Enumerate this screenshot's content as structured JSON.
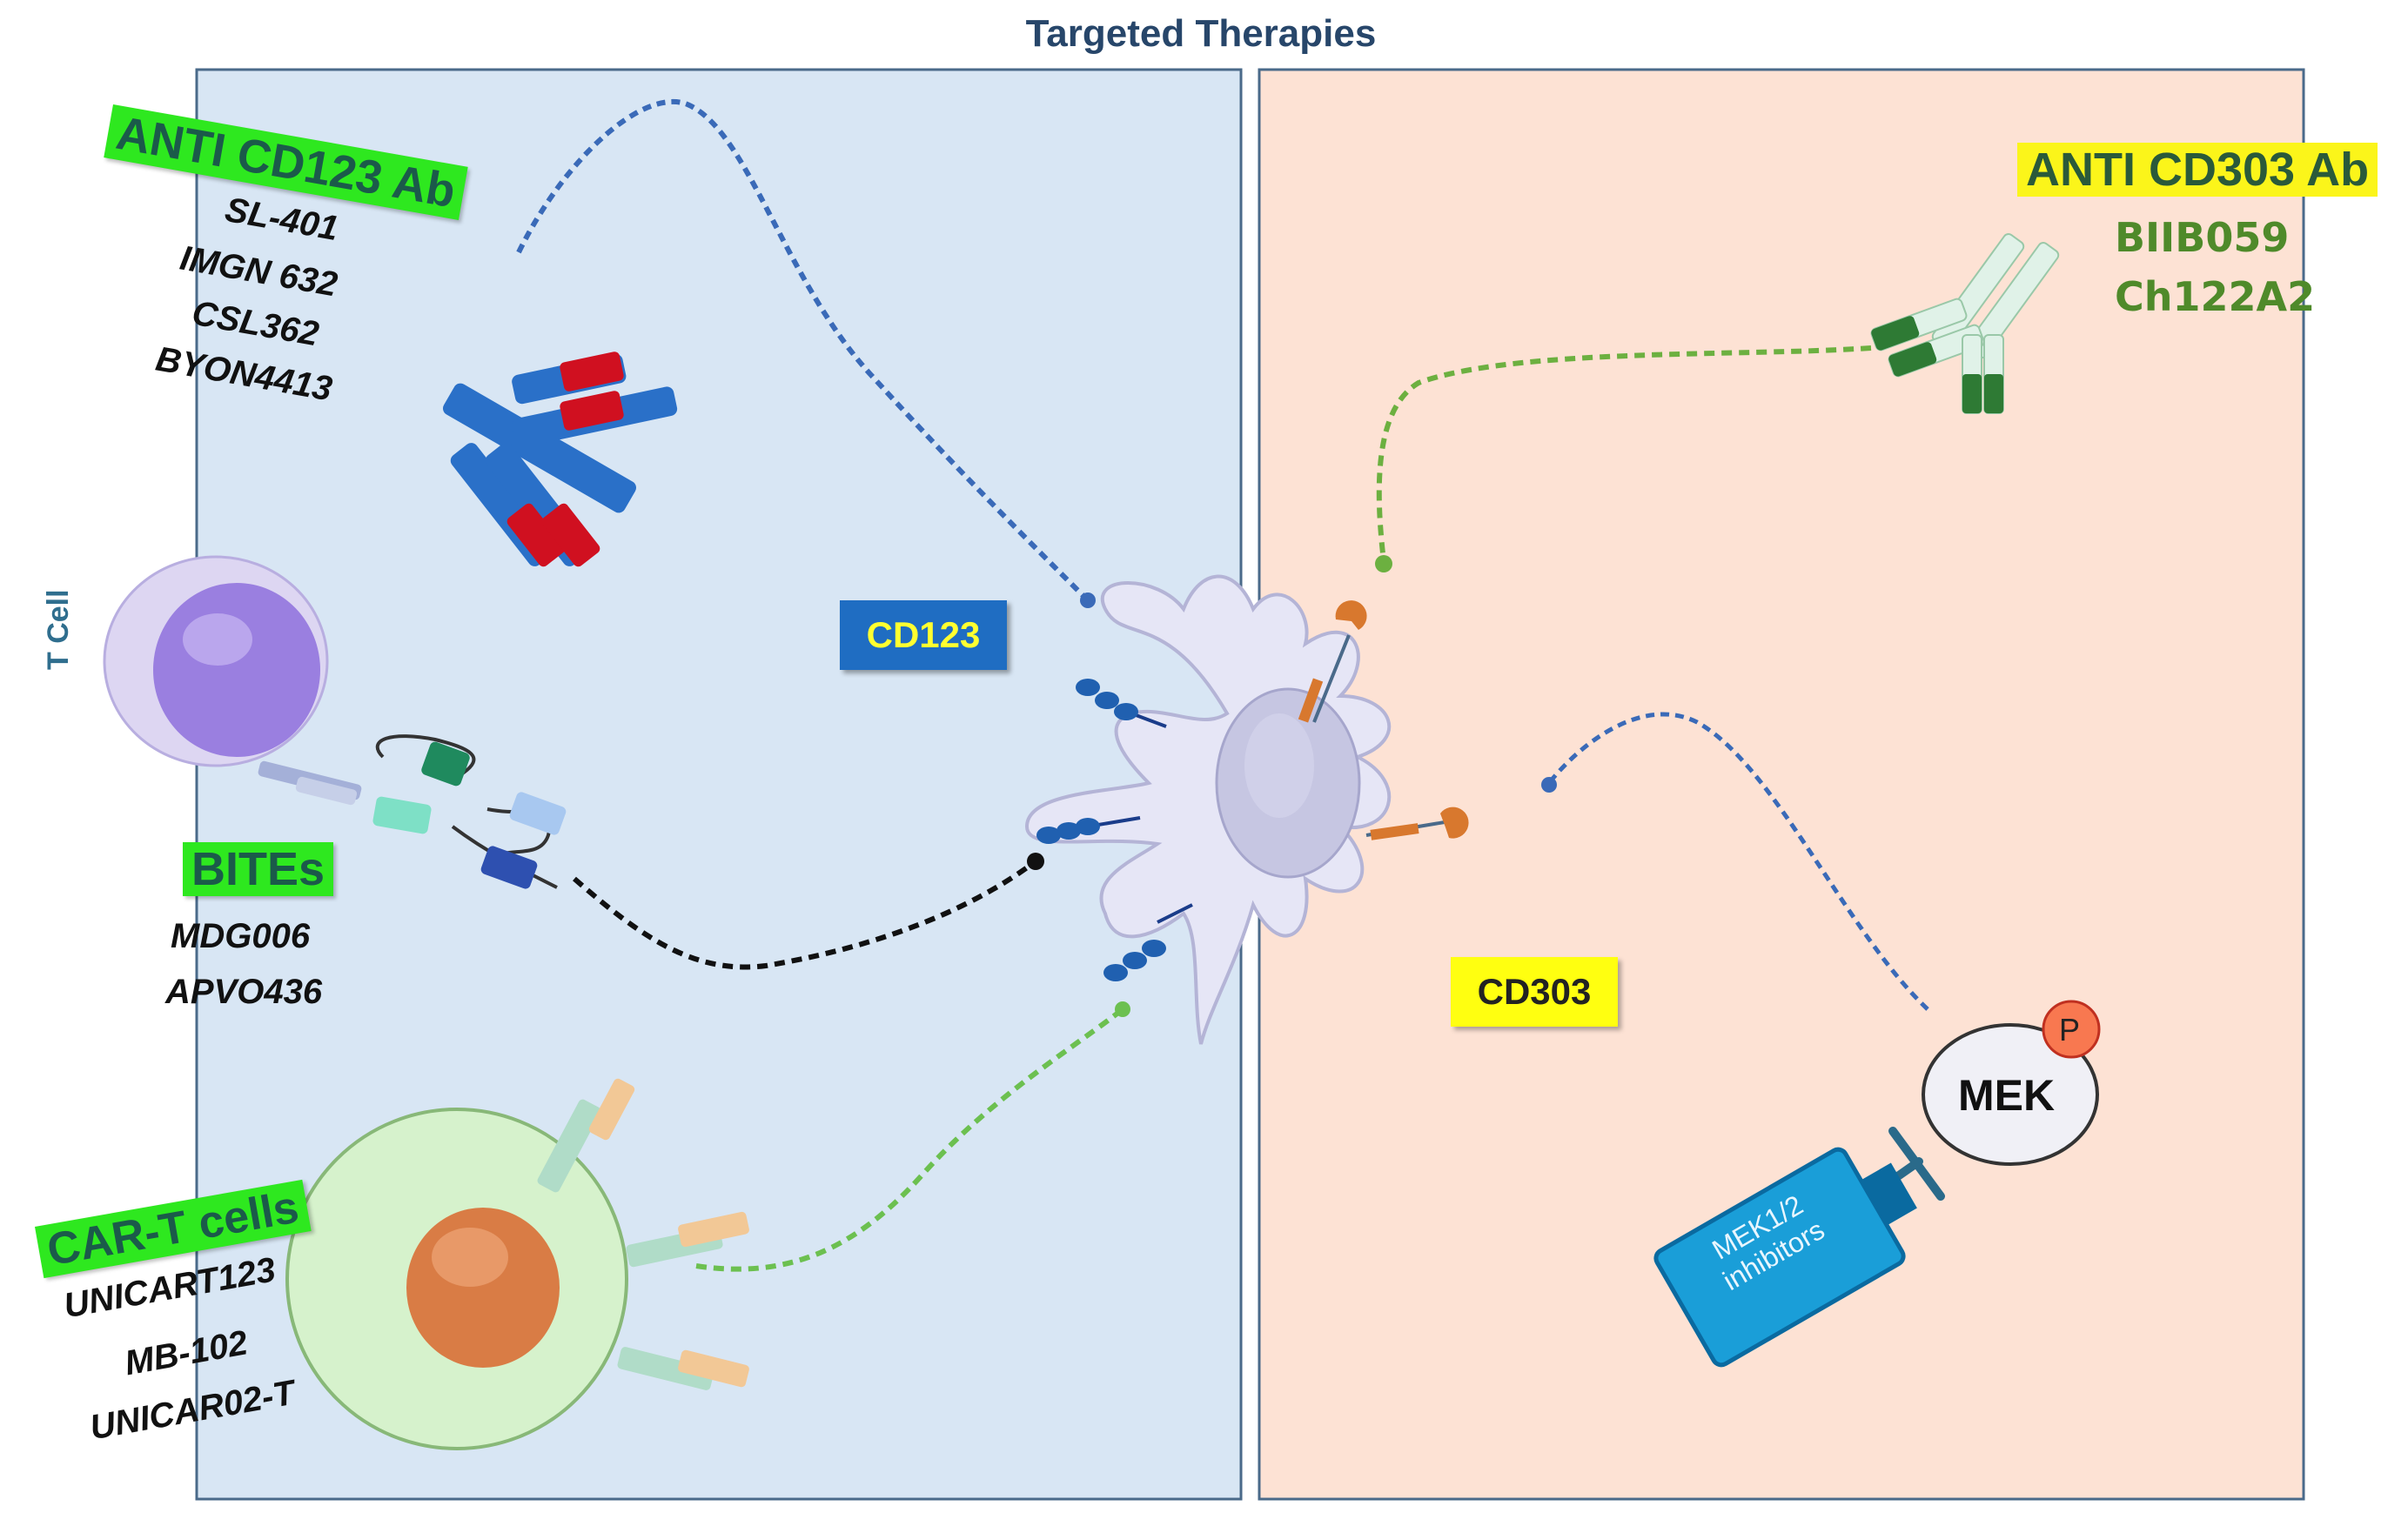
{
  "title": "Targeted Therapies",
  "colors": {
    "left_panel": "#d8e6f4",
    "right_panel": "#fde2d4",
    "panel_border": "#4a6a8a",
    "highlight_green": "#2ee81f",
    "highlight_yellow": "#fbf51a",
    "cd123_box": "#1f6dc2"
  },
  "anti_cd123": {
    "title": "ANTI CD123 Ab",
    "drugs": [
      "SL-401",
      "IMGN 632",
      "CSL362",
      "BYON4413"
    ]
  },
  "t_cell": {
    "label": "T Cell"
  },
  "bites": {
    "title": "BITEs",
    "drugs": [
      "MDG006",
      "APVO436"
    ]
  },
  "car_t": {
    "title": "CAR-T cells",
    "drugs": [
      "UNICART123",
      "MB-102",
      "UNICAR02-T"
    ]
  },
  "anti_cd303": {
    "title": "ANTI CD303 Ab",
    "drugs": [
      "BIIB059",
      "Ch122A2"
    ]
  },
  "markers": {
    "cd123": "CD123",
    "cd303": "CD303"
  },
  "mek": {
    "label": "MEK",
    "phospho": "P"
  },
  "mek_inhibitors": {
    "line1": "MEK1/2",
    "line2": "inhibitors"
  },
  "icons": [
    "antibody-icon",
    "t-cell-icon",
    "bite-molecule-icon",
    "car-t-cell-icon",
    "dendritic-cell-icon",
    "syringe-icon"
  ]
}
